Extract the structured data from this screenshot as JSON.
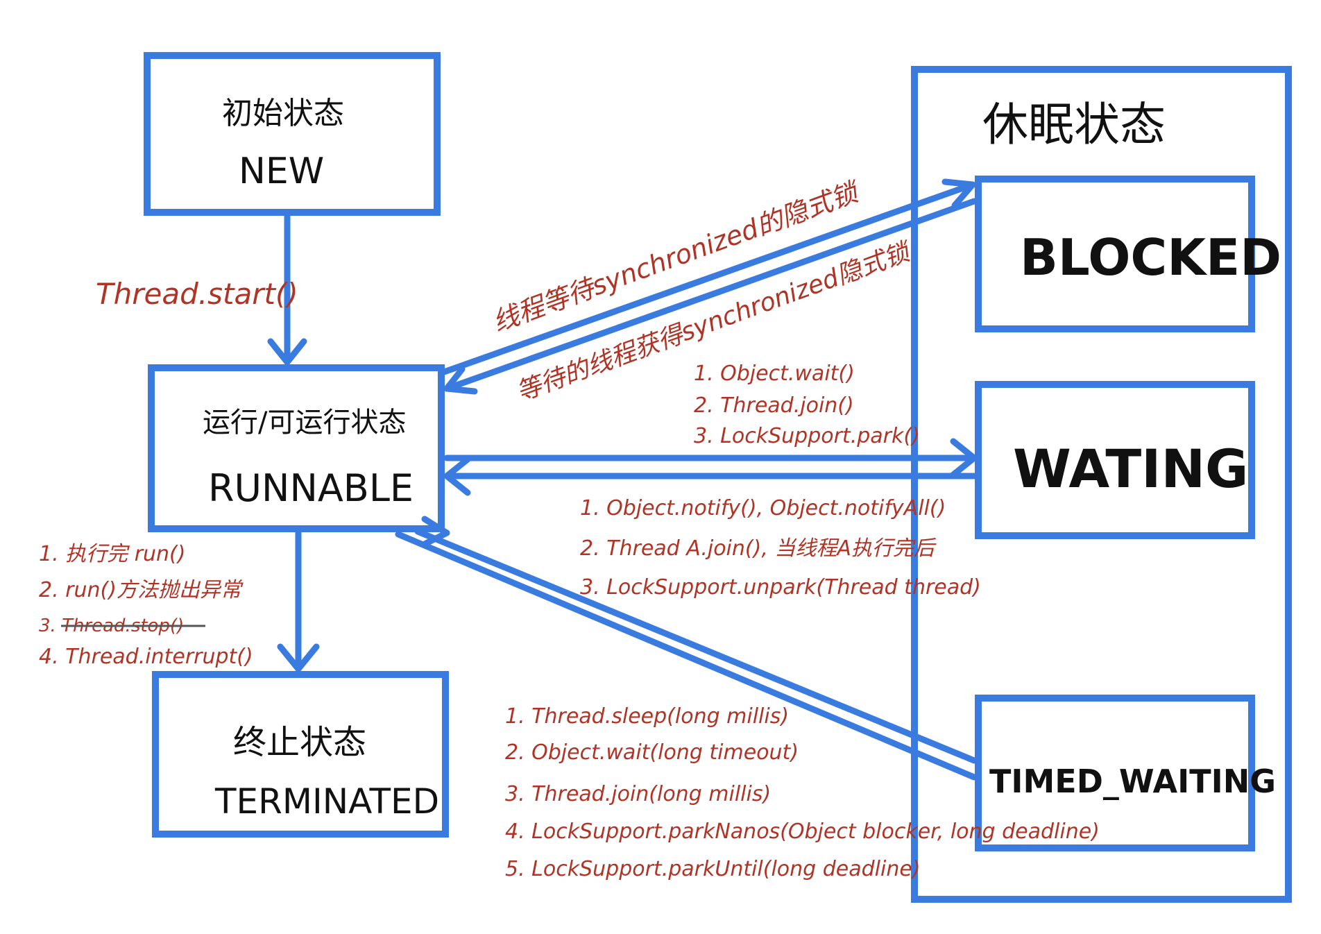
{
  "colors": {
    "box": "#3a7be0",
    "annotation": "#b03426",
    "text": "#111111"
  },
  "states": {
    "new": {
      "cn": "初始状态",
      "en": "NEW"
    },
    "runnable": {
      "cn": "运行/可运行状态",
      "en": "RUNNABLE"
    },
    "terminated": {
      "cn": "终止状态",
      "en": "TERMINATED"
    },
    "sleep_group": {
      "cn": "休眠状态"
    },
    "blocked": {
      "en": "BLOCKED"
    },
    "waiting": {
      "en": "WATING"
    },
    "timed_waiting": {
      "en": "TIMED_WAITING"
    }
  },
  "annotations": {
    "start": "Thread.start()",
    "to_blocked": "线程等待synchronized的隐式锁",
    "from_blocked": "等待的线程获得synchronized隐式锁",
    "to_waiting": [
      "1. Object.wait()",
      "2. Thread.join()",
      "3. LockSupport.park()"
    ],
    "from_waiting": [
      "1. Object.notify(), Object.notifyAll()",
      "2. Thread A.join(), 当线程A执行完后",
      "3. LockSupport.unpark(Thread thread)"
    ],
    "to_terminated": [
      "1. 执行完 run()",
      "2. run()方法抛出异常",
      "3. Thread.stop()",
      "4. Thread.interrupt()"
    ],
    "to_timed_waiting": [
      "1. Thread.sleep(long millis)",
      "2. Object.wait(long timeout)",
      "3. Thread.join(long millis)",
      "4. LockSupport.parkNanos(Object blocker, long deadline)",
      "5. LockSupport.parkUntil(long deadline)"
    ]
  }
}
